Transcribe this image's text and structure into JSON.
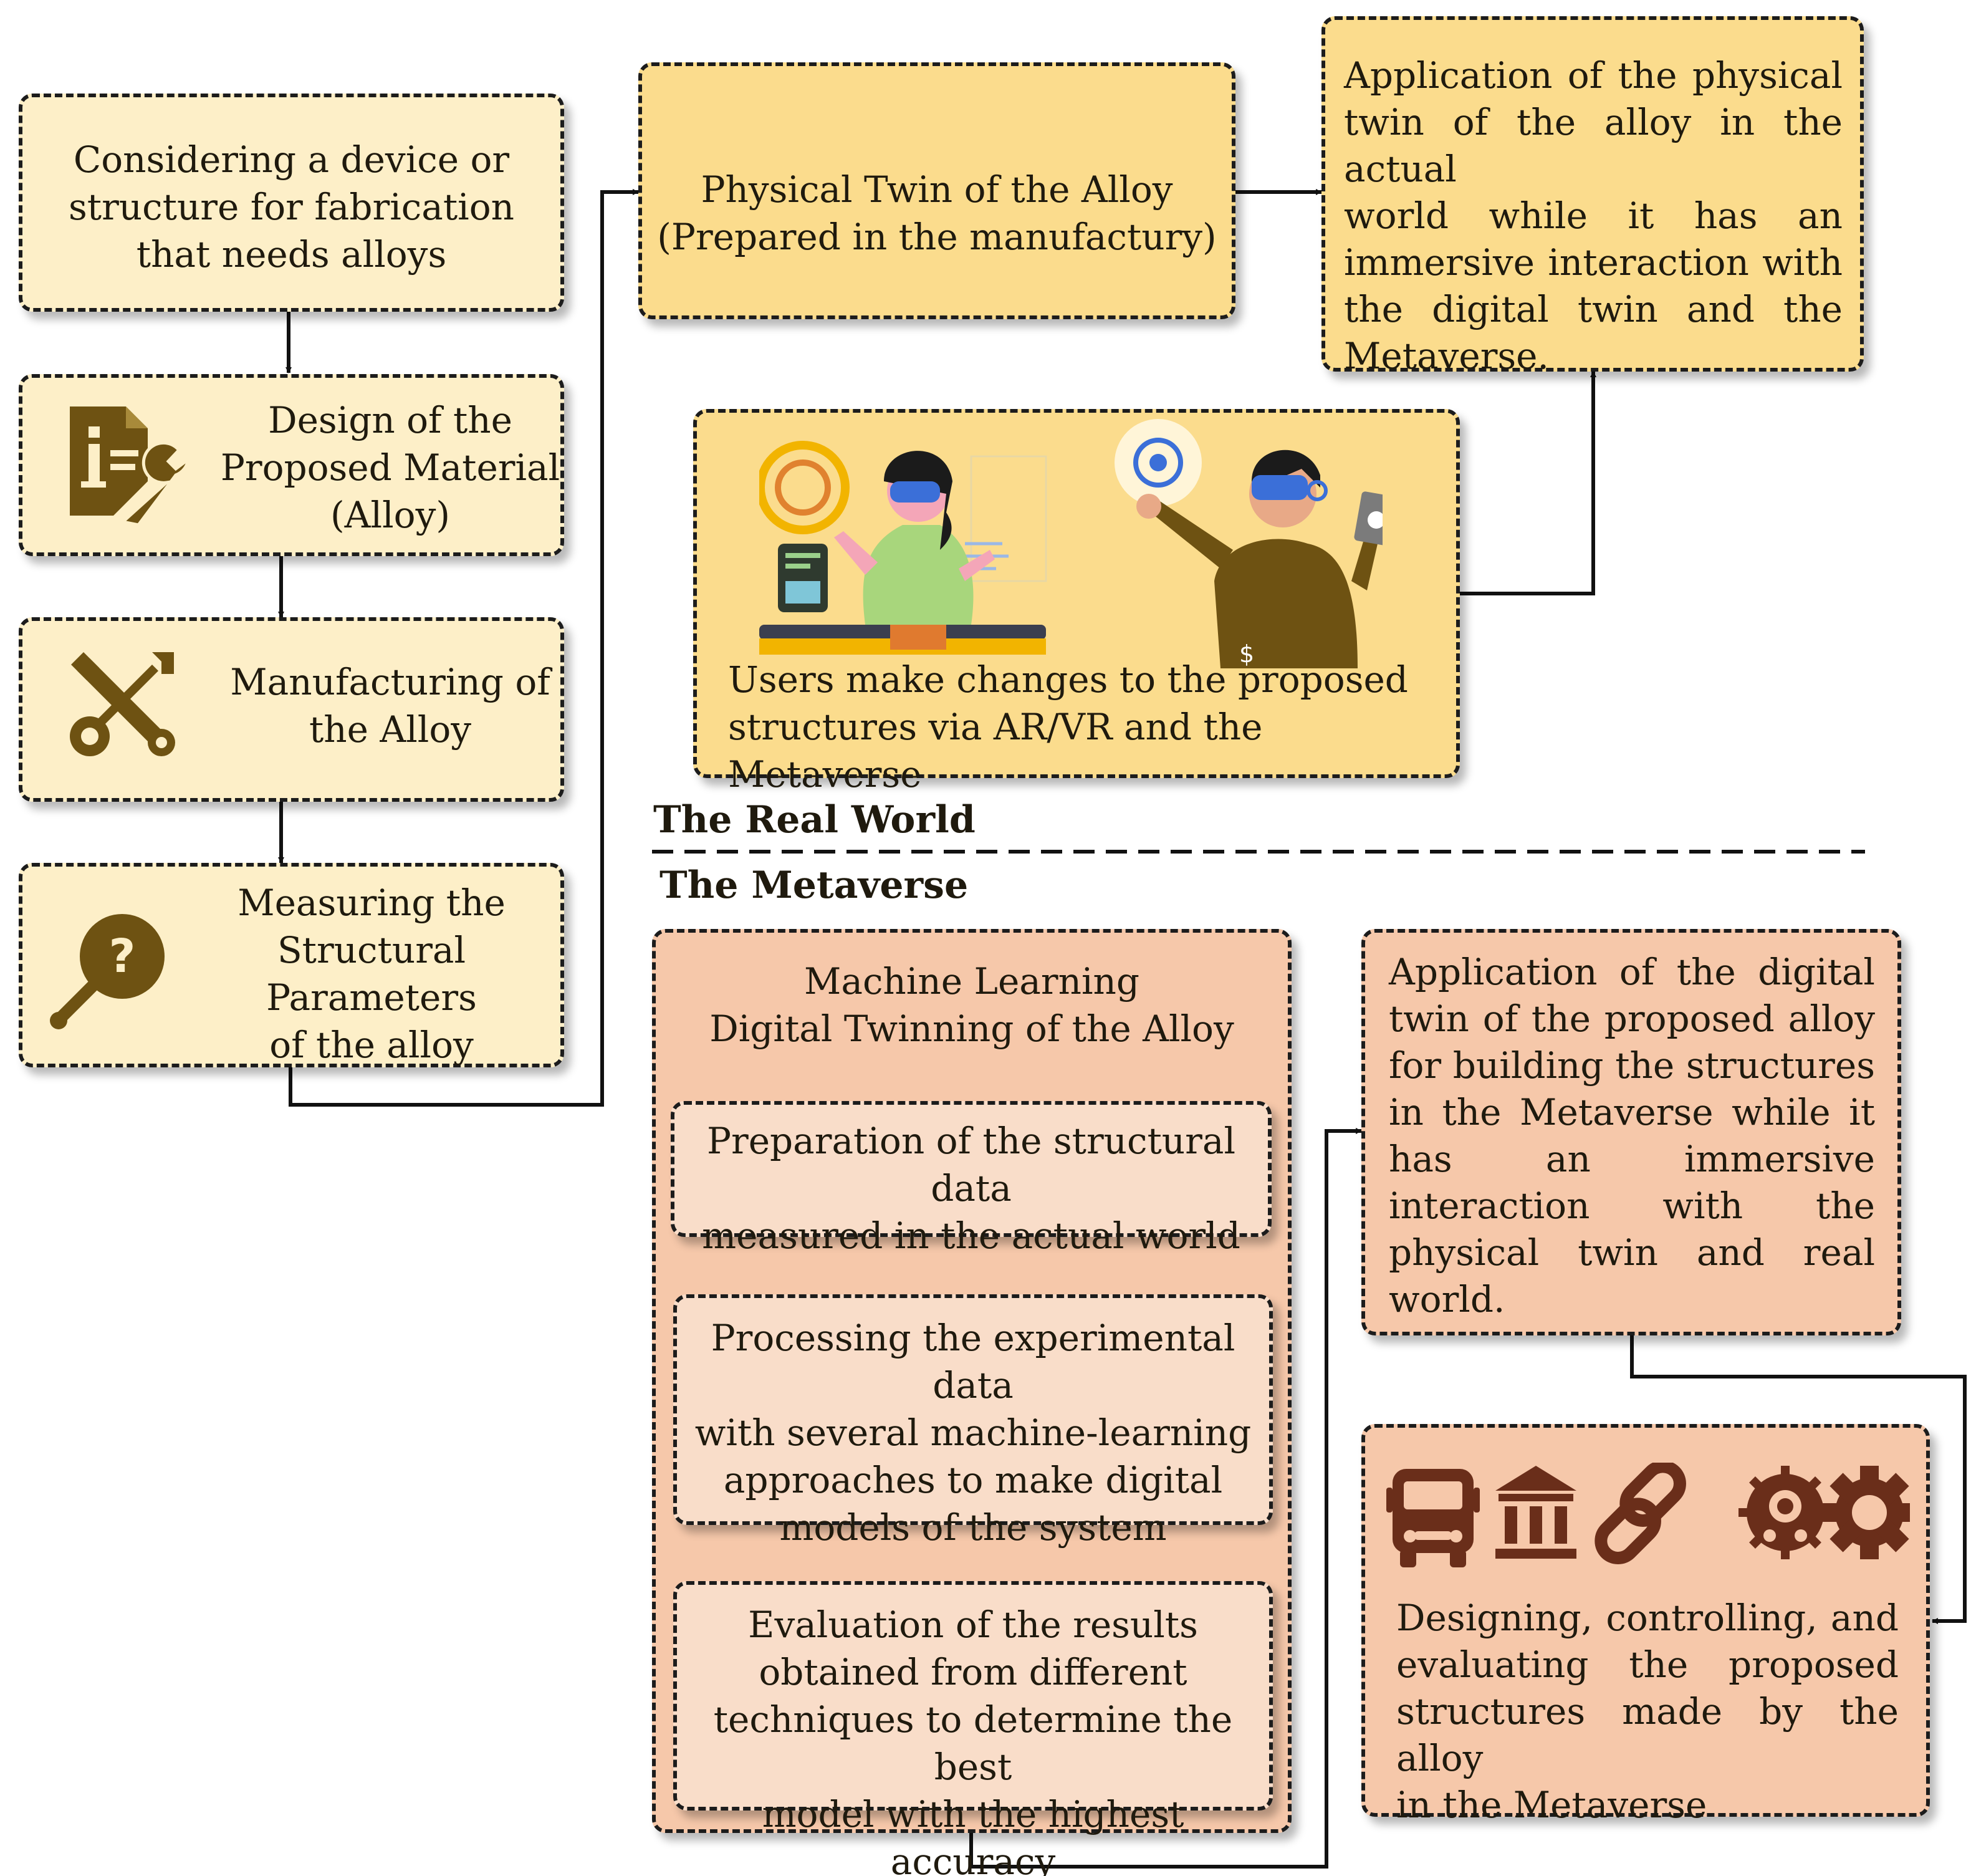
{
  "real_world": {
    "label": "The Real World",
    "steps": [
      {
        "line1": "Considering a device or",
        "line2": "structure  for fabrication",
        "line3": "that needs alloys"
      },
      {
        "line1": "Design of the",
        "line2": "Proposed Material",
        "line3": "(Alloy)"
      },
      {
        "line1": "Manufacturing of",
        "line2": "the Alloy"
      },
      {
        "line1": "Measuring the",
        "line2": "Structural Parameters",
        "line3": "of the alloy"
      }
    ],
    "physical_twin": {
      "line1": "Physical Twin of the Alloy",
      "line2": "(Prepared in the manufactury)"
    },
    "physical_application": [
      "Application of the physical",
      "twin of the alloy in the actual",
      "world while it has an",
      "immersive interaction with",
      "the digital twin and the",
      "Metaverse."
    ],
    "users": {
      "line1": "Users make changes to the proposed",
      "line2": "structures via AR/VR and the Metaverse"
    }
  },
  "metaverse": {
    "label": "The Metaverse",
    "ml_title": {
      "line1": "Machine Learning",
      "line2": "Digital Twinning  of the Alloy"
    },
    "ml_steps": [
      {
        "line1": "Preparation of the structural data",
        "line2": "measured in the actual world"
      },
      {
        "line1": "Processing the experimental  data",
        "line2": "with several machine-learning",
        "line3": "approaches to make digital",
        "line4": "models of the system"
      },
      {
        "line1": "Evaluation of the results",
        "line2": "obtained from different",
        "line3": "techniques to determine the best",
        "line4": "model with the highest accuracy"
      }
    ],
    "digital_application": [
      "Application of the digital",
      "twin of the proposed alloy",
      "for building the structures",
      "in the Metaverse while it",
      "has an immersive",
      "interaction with the",
      "physical twin and real",
      "world."
    ],
    "designing": [
      "Designing, controlling, and",
      "evaluating the proposed",
      "structures made by the alloy",
      "in the Metaverse"
    ],
    "icons": [
      "bus-icon",
      "bank-icon",
      "link-icon",
      "gear-chip-icon",
      "gear-icon"
    ]
  },
  "colors": {
    "real_light": "#fdefc8",
    "real_dark": "#fbdc8d",
    "meta_dark": "#f6c8aa",
    "meta_light": "#f9ddc9",
    "icon_brown": "#6e5212",
    "icon_red": "#6a2e1a"
  }
}
